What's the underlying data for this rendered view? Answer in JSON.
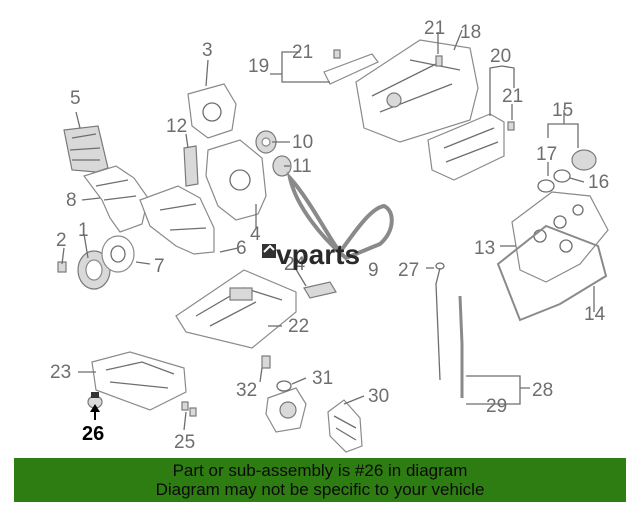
{
  "diagram": {
    "watermark": "vparts",
    "highlighted_label": "26",
    "labels": [
      "1",
      "2",
      "3",
      "4",
      "5",
      "6",
      "7",
      "8",
      "9",
      "10",
      "11",
      "12",
      "13",
      "14",
      "15",
      "16",
      "17",
      "18",
      "19",
      "20",
      "21",
      "21",
      "21",
      "22",
      "23",
      "24",
      "25",
      "27",
      "28",
      "29",
      "30",
      "31",
      "32"
    ]
  },
  "banner": {
    "line1": "Part or sub-assembly is #26 in diagram",
    "line2": "Diagram may not be specific to your vehicle",
    "color": "#2e7d12"
  }
}
